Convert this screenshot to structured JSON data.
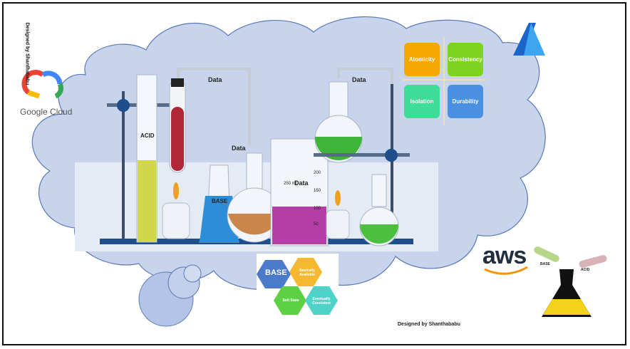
{
  "designer_vertical": "Designed by Shanthababu",
  "designer_bottom": "Designed by Shanthababu",
  "google_cloud": {
    "label": "Google Cloud",
    "icon": "google-cloud-logo-icon"
  },
  "azure": {
    "icon": "azure-logo-icon"
  },
  "aws": {
    "label": "aws",
    "icon": "aws-logo-icon",
    "flask_labels": {
      "base": "BASE",
      "acid": "ACID"
    }
  },
  "lab": {
    "data_labels": [
      "Data",
      "Data",
      "Data",
      "Data"
    ],
    "acid_label": "ACID",
    "base_label": "BASE",
    "beaker_marks": [
      "200",
      "150",
      "100",
      "50",
      "250 ml"
    ]
  },
  "acid_grid": {
    "items": [
      {
        "label": "Atomicity",
        "color": "#f5a800"
      },
      {
        "label": "Consistency",
        "color": "#7ed321"
      },
      {
        "label": "Isolation",
        "color": "#3ddc97"
      },
      {
        "label": "Durability",
        "color": "#4a90e2"
      }
    ]
  },
  "base_panel": {
    "title": "BASE",
    "items": [
      {
        "label": "Basically Available",
        "color": "#f5b82e"
      },
      {
        "label": "Soft State",
        "color": "#5ed043"
      },
      {
        "label": "Eventually Consistent",
        "color": "#4fd2c8"
      }
    ],
    "title_color": "#4a7bc8"
  },
  "colors": {
    "cloud": "#c8d4ec",
    "cloud_stroke": "#5a78b8"
  }
}
